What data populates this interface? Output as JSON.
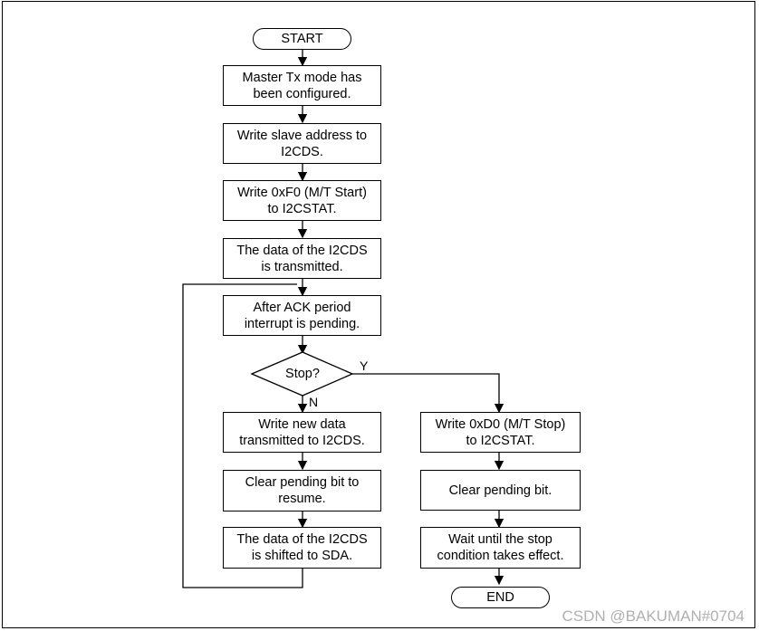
{
  "flowchart": {
    "start": "START",
    "end": "END",
    "steps": [
      "Master Tx mode has\nbeen configured.",
      "Write slave address to\nI2CDS.",
      "Write 0xF0 (M/T Start)\nto I2CSTAT.",
      "The data of the I2CDS\nis transmitted.",
      "After ACK period\ninterrupt is pending."
    ],
    "decision": {
      "label": "Stop?",
      "yes_label": "Y",
      "no_label": "N"
    },
    "no_branch": [
      "Write new data\ntransmitted to I2CDS.",
      "Clear pending bit to\nresume.",
      "The data of the I2CDS\nis shifted to SDA."
    ],
    "yes_branch": [
      "Write 0xD0 (M/T Stop)\nto I2CSTAT.",
      "Clear pending bit.",
      "Wait until the stop\ncondition takes effect."
    ]
  },
  "watermark": "CSDN @BAKUMAN#0704"
}
